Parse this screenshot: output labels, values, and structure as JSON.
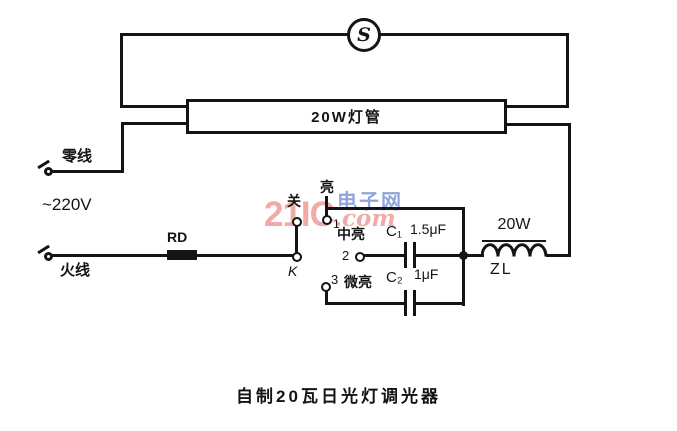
{
  "watermark": {
    "brand": "21IC",
    "site_cn": "电子网",
    "suffix": ".com"
  },
  "caption": "自制20瓦日光灯调光器",
  "supply": {
    "neutral_label": "零线",
    "voltage_label": "~220V",
    "live_label": "火线"
  },
  "starter": {
    "label": "S"
  },
  "lamp": {
    "label": "20W灯管"
  },
  "fuse": {
    "label": "RD"
  },
  "switch": {
    "common_label": "K",
    "off_label": "关",
    "pos1_num": "1",
    "pos1_label": "亮",
    "pos2_num": "2",
    "pos2_label": "中亮",
    "pos3_num": "3",
    "pos3_label": "微亮"
  },
  "capacitors": {
    "c1_name": "C₁",
    "c1_value": "1.5μF",
    "c2_name": "C₂",
    "c2_value": "1μF"
  },
  "ballast": {
    "power": "20W",
    "name": "ZL"
  },
  "colors": {
    "line": "#141414",
    "watermark_pink": "#f0a19c",
    "watermark_blue": "#7b97d8"
  }
}
